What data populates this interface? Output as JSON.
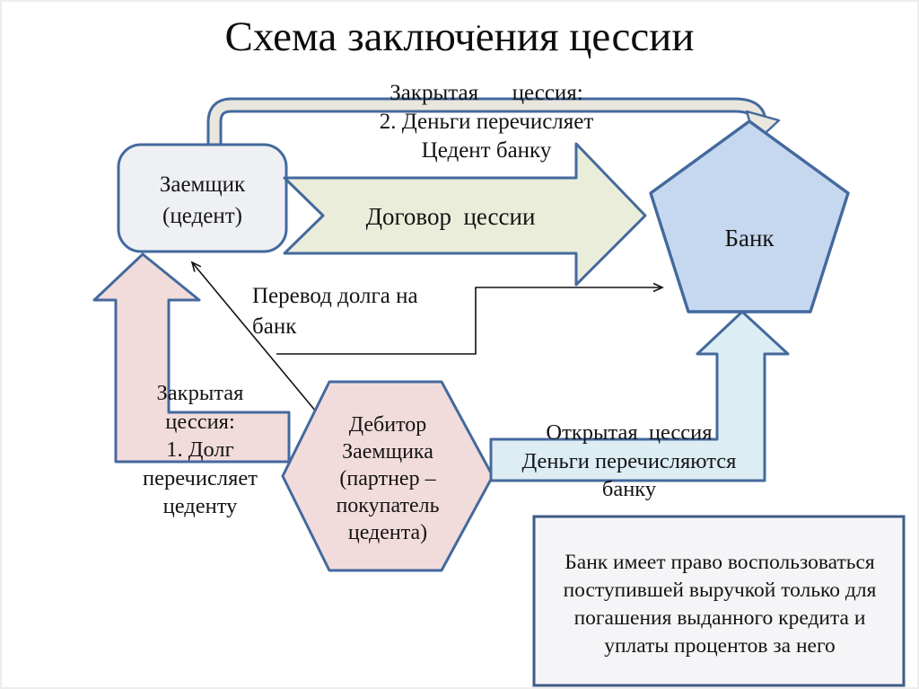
{
  "title": "Схема заключения цессии",
  "stray_dot": ".",
  "nodes": {
    "borrower": "Заемщик\n(цедент)",
    "bank": "Банк",
    "debtor": "Дебитор\nЗаемщика\n(партнер –\nпокупатель\nцедента)"
  },
  "labels": {
    "closed_cession_step2": "Закрытая      цессия:\n2. Деньги перечисляет\nЦедент банку",
    "contract": "Договор  цессии",
    "debt_transfer": "Перевод долга на\nбанк",
    "closed_cession_step1": "Закрытая\nцессия:\n1. Долг\nперечисляет\nцеденту",
    "open_cession": "Открытая  цессия\nДеньги перечисляются\nбанку",
    "note": "Банк имеет право воспользоваться\nпоступившей выручкой только для\nпогашения выданного кредита и\nуплаты процентов за него"
  },
  "colors": {
    "border": "#44699d",
    "pipe_fill": "#e9e6dd",
    "box_fill": "#eef0f4",
    "arrow_green_fill": "#ebeddb",
    "pentagon_fill": "#c6d8ef",
    "pink_fill": "#f2dcdb",
    "blue_arrow_fill": "#dcedf4",
    "note_fill": "#f5f4f6",
    "note_border": "#3d5c86",
    "line_color": "#111111",
    "text_color": "#141414"
  }
}
